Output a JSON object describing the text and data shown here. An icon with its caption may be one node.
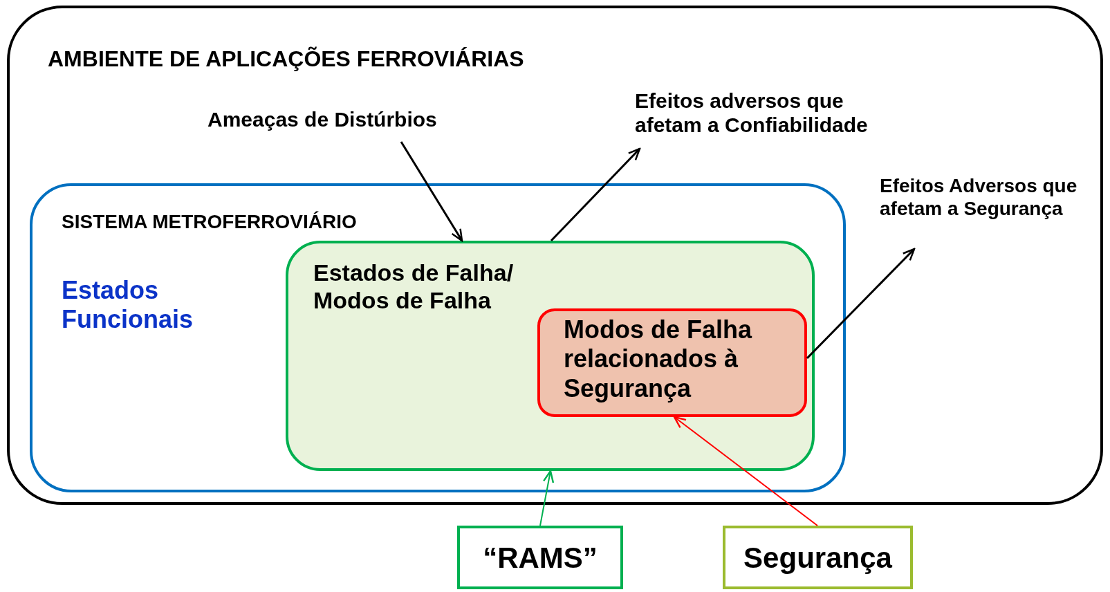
{
  "diagram": {
    "nodes": [
      {
        "text": [
          "AMBIENTE DE APLICAÇÕES FERROVIÁRIAS"
        ]
      },
      {
        "text": [
          "Ameaças de Distúrbios"
        ],
        "in": 0
      },
      {
        "text": [
          "Efeitos adversos que afetam a Confiabilidade"
        ],
        "in": 0
      },
      {
        "text": [
          "SISTEMA METROFERROVIÁRIO",
          "Estados Funcionais"
        ],
        "in": 0
      },
      {
        "text": [
          "Estados de Falha/ Modos de Falha"
        ],
        "in": 3
      },
      {
        "text": [
          "Modos de Falha relacionados à Segurança"
        ],
        "in": 4
      },
      {
        "text": [
          "Efeitos Adversos que afetam a Segurança"
        ],
        "in": 0
      },
      {
        "text": [
          "“RAMS”"
        ]
      },
      {
        "text": [
          "Segurança"
        ]
      }
    ],
    "edges": [
      {
        "from": 1,
        "to": 4,
        "arrow": "to"
      },
      {
        "from": 4,
        "to": 2,
        "arrow": "to"
      },
      {
        "from": 5,
        "to": 6,
        "arrow": "to"
      },
      {
        "from": 7,
        "to": 4,
        "arrow": "to",
        "color": "#00b050"
      },
      {
        "from": 8,
        "to": 5,
        "arrow": "to",
        "color": "#ff0000"
      }
    ]
  }
}
